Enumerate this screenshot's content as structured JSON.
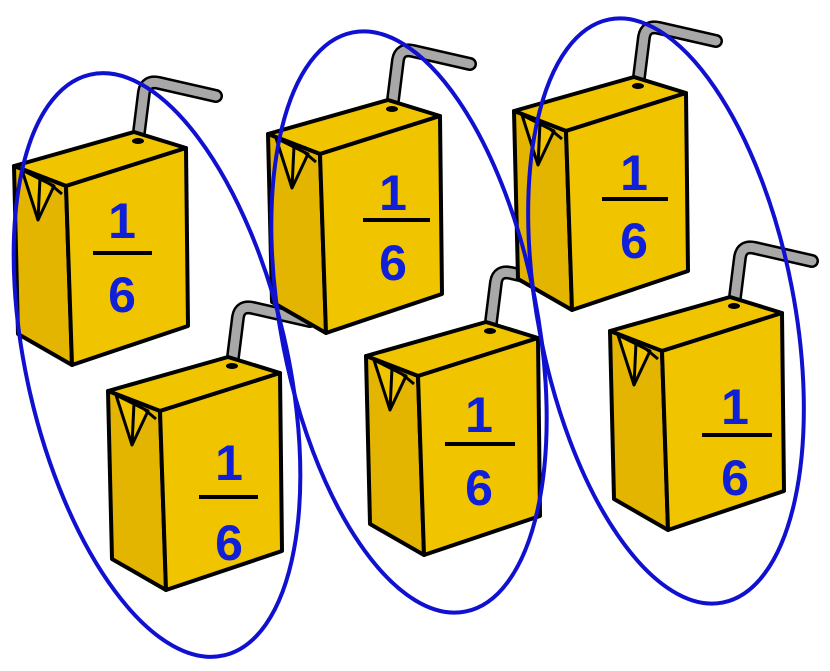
{
  "colors": {
    "box_fill": "#F1C400",
    "box_shade": "#D9AD00",
    "outline": "#000000",
    "straw": "#A8A8A8",
    "fraction_text": "#1020D8",
    "ellipse": "#1010D0"
  },
  "boxes": [
    {
      "numerator": "1",
      "denominator": "6"
    },
    {
      "numerator": "1",
      "denominator": "6"
    },
    {
      "numerator": "1",
      "denominator": "6"
    },
    {
      "numerator": "1",
      "denominator": "6"
    },
    {
      "numerator": "1",
      "denominator": "6"
    },
    {
      "numerator": "1",
      "denominator": "6"
    }
  ],
  "groups": [
    {
      "boxes": [
        0,
        1
      ]
    },
    {
      "boxes": [
        2,
        3
      ]
    },
    {
      "boxes": [
        4,
        5
      ]
    }
  ]
}
